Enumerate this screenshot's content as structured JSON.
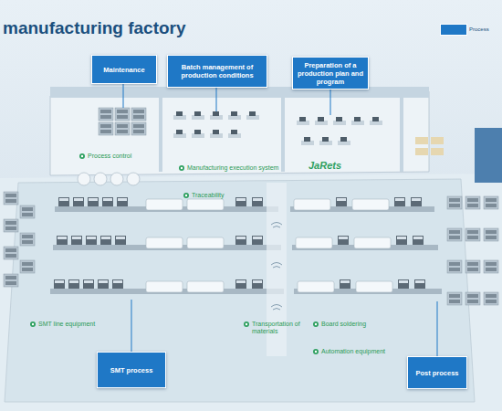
{
  "diagram": {
    "title": "manufacturing factory",
    "nodes": [
      {
        "text": [
          "Maintenance"
        ]
      },
      {
        "text": [
          "Batch management of production conditions"
        ]
      },
      {
        "text": [
          "Preparation of a production plan and program"
        ]
      },
      {
        "text": [
          "SMT process"
        ]
      },
      {
        "text": [
          "Post process"
        ]
      }
    ],
    "labels": [
      "Process control",
      "Manufacturing execution system",
      "JaRets",
      "Traceability",
      "SMT line equipment",
      "Transportation of materials",
      "Board soldering",
      "Automation equipment"
    ],
    "legend": [
      {
        "text": "Process",
        "color": "#1f78c6"
      }
    ]
  }
}
